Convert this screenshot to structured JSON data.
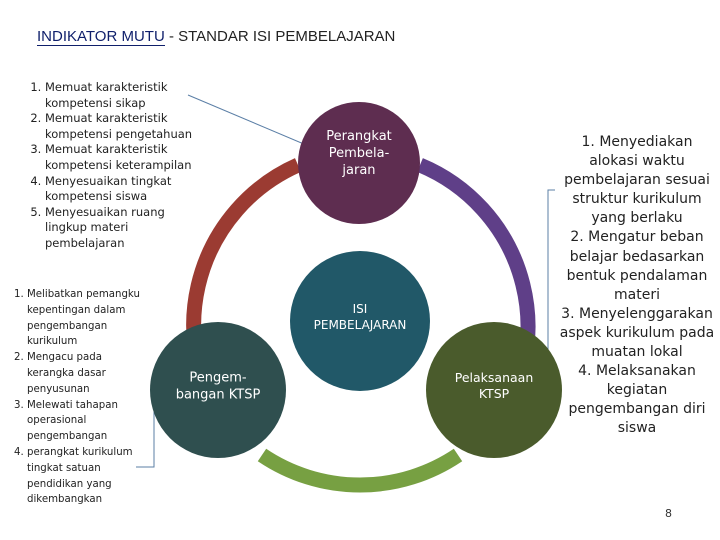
{
  "title": {
    "accent": "INDIKATOR MUTU",
    "rest": " - STANDAR ISI PEMBELAJARAN"
  },
  "colors": {
    "perangkat": "#5e2d50",
    "isi": "#215868",
    "pengembangan": "#2f4f4f",
    "pelaksanaan": "#4a5b2c",
    "ring_red": "#9b3b32",
    "ring_purple": "#5f3f88",
    "ring_green": "#77a042",
    "connector": "#5b7fa6"
  },
  "nodes": {
    "perangkat": "Perangkat\nPembela-\njaran",
    "isi": "ISI\nPEMBELAJARAN",
    "pengembangan": "Pengem-\nbangan KTSP",
    "pelaksanaan": "Pelaksanaan\nKTSP"
  },
  "list_top_left": [
    "Memuat karakteristik kompetensi sikap",
    "Memuat karakteristik kompetensi pengetahuan",
    "Memuat karakteristik kompetensi keterampilan",
    "Menyesuaikan tingkat kompetensi siswa",
    "Menyesuaikan ruang lingkup materi pembelajaran"
  ],
  "list_bottom_left": [
    "Melibatkan pemangku kepentingan dalam pengembangan kurikulum",
    "Mengacu pada kerangka dasar penyusunan",
    "Melewati tahapan operasional pengembangan",
    "perangkat kurikulum tingkat satuan pendidikan yang dikembangkan"
  ],
  "list_right": [
    "Menyediakan alokasi waktu pembelajaran sesuai struktur kurikulum yang berlaku",
    "Mengatur beban belajar bedasarkan bentuk pendalaman materi",
    "Menyelenggarakan aspek kurikulum pada muatan lokal",
    "Melaksanakan kegiatan pengembangan diri siswa"
  ],
  "page_number": "8"
}
